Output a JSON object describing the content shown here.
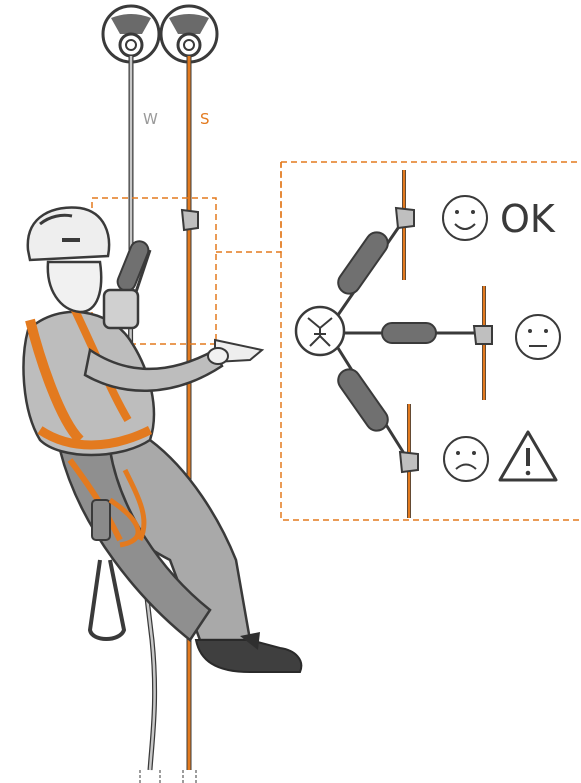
{
  "ropes": {
    "working_label": "W",
    "safety_label": "S",
    "working_color": "#9a9a9a",
    "safety_color": "#e37a1f"
  },
  "inset": {
    "status_ok_label": "OK",
    "positions": [
      {
        "name": "above",
        "rating": "ok",
        "icon": "smiley-happy-icon"
      },
      {
        "name": "level",
        "rating": "neutral",
        "icon": "smiley-neutral-icon"
      },
      {
        "name": "below",
        "rating": "bad",
        "icon": "smiley-sad-icon",
        "extra_icon": "warning-triangle-icon"
      }
    ]
  },
  "colors": {
    "accent_orange": "#e37a1f",
    "outline": "#3a3a3a",
    "gray_fill": "#d9d9d9",
    "dark_gray": "#707070"
  }
}
